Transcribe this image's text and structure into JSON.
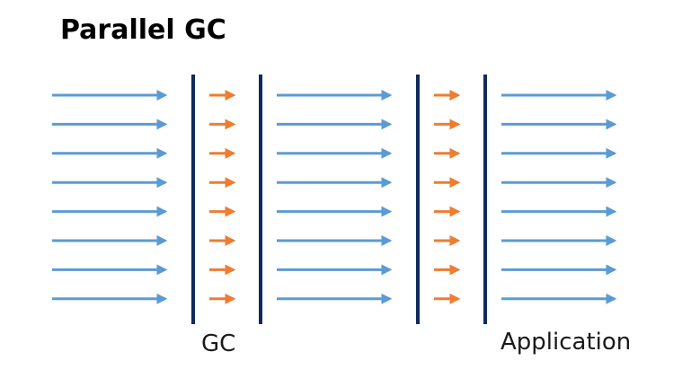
{
  "title": "Parallel GC",
  "labels": {
    "gc": "GC",
    "application": "Application"
  },
  "colors": {
    "application_arrow": "#5b9bd5",
    "gc_arrow": "#ed7d31",
    "divider": "#0f2a5c"
  },
  "threads": 8,
  "phases": [
    {
      "kind": "application"
    },
    {
      "kind": "gc"
    },
    {
      "kind": "application"
    },
    {
      "kind": "gc"
    },
    {
      "kind": "application"
    }
  ]
}
